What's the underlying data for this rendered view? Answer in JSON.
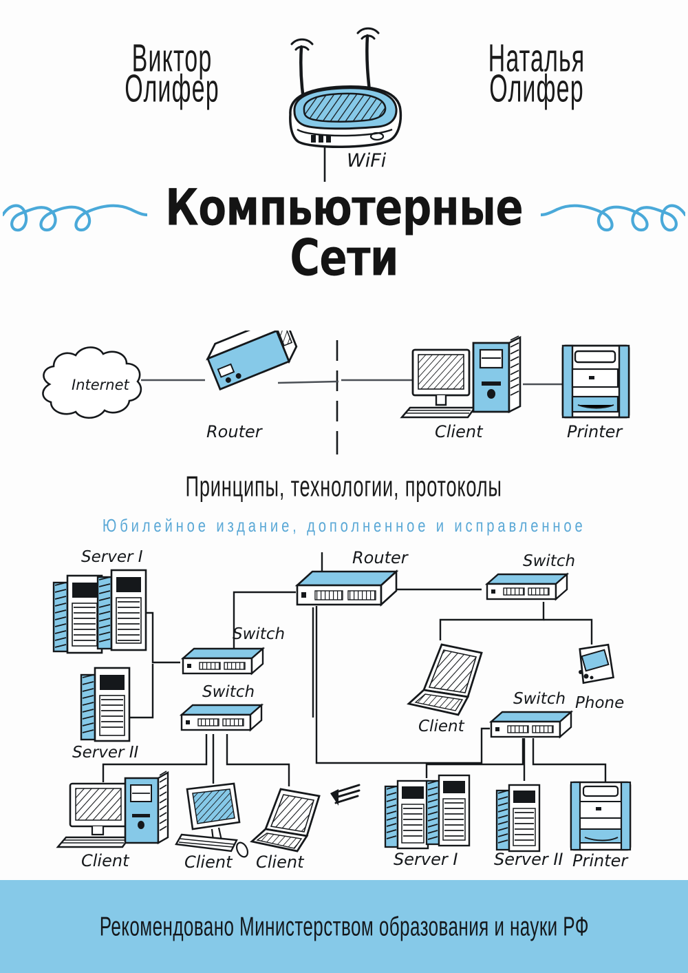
{
  "cover": {
    "background_color": "#ffffff",
    "accent_blue": "#86c9e8",
    "edition_blue": "#5aa8d6",
    "ink_black": "#141414"
  },
  "authors": {
    "left": {
      "first_name": "Виктор",
      "last_name": "Олифер"
    },
    "right": {
      "first_name": "Наталья",
      "last_name": "Олифер"
    }
  },
  "title": {
    "line1": "Компьютерные",
    "line2": "Сети"
  },
  "subtitle": {
    "main": "Принципы, технологии, протоколы",
    "edition": "Юбилейное издание, дополненное и исправленное"
  },
  "top_illustration": {
    "device_label": "WiFi"
  },
  "top_diagram": {
    "nodes": [
      {
        "id": "internet",
        "label": "Internet",
        "type": "cloud"
      },
      {
        "id": "router",
        "label": "Router",
        "type": "router"
      },
      {
        "id": "client",
        "label": "Client",
        "type": "desktop"
      },
      {
        "id": "printer",
        "label": "Printer",
        "type": "printer"
      }
    ],
    "links": [
      {
        "from": "internet",
        "to": "router"
      },
      {
        "from": "router",
        "to": "client"
      },
      {
        "from": "client",
        "to": "printer"
      }
    ]
  },
  "bottom_diagram": {
    "nodes": [
      {
        "id": "server1-top",
        "label": "Server I",
        "type": "server-pair"
      },
      {
        "id": "server2-top",
        "label": "Server II",
        "type": "server"
      },
      {
        "id": "switch-a",
        "label": "Switch",
        "type": "switch"
      },
      {
        "id": "switch-b",
        "label": "Switch",
        "type": "switch"
      },
      {
        "id": "router-main",
        "label": "Router",
        "type": "switch"
      },
      {
        "id": "switch-c",
        "label": "Switch",
        "type": "switch"
      },
      {
        "id": "switch-d",
        "label": "Switch",
        "type": "switch"
      },
      {
        "id": "client-laptop-mid",
        "label": "Client",
        "type": "laptop"
      },
      {
        "id": "phone",
        "label": "Phone",
        "type": "phone"
      },
      {
        "id": "client-desktop-1",
        "label": "Client",
        "type": "desktop-tower"
      },
      {
        "id": "client-desktop-2",
        "label": "Client",
        "type": "desktop"
      },
      {
        "id": "client-laptop-3",
        "label": "Client",
        "type": "laptop"
      },
      {
        "id": "server1-bottom",
        "label": "Server I",
        "type": "server-pair"
      },
      {
        "id": "server2-bottom",
        "label": "Server II",
        "type": "server"
      },
      {
        "id": "printer-bottom",
        "label": "Printer",
        "type": "printer"
      }
    ],
    "links": [
      {
        "from": "server1-top",
        "to": "switch-a"
      },
      {
        "from": "server2-top",
        "to": "switch-a"
      },
      {
        "from": "switch-a",
        "to": "router-main"
      },
      {
        "from": "router-main",
        "to": "switch-c"
      },
      {
        "from": "router-main",
        "to": "switch-b"
      },
      {
        "from": "switch-c",
        "to": "client-laptop-mid"
      },
      {
        "from": "switch-c",
        "to": "phone"
      },
      {
        "from": "router-main",
        "to": "switch-d"
      },
      {
        "from": "switch-b",
        "to": "client-desktop-1"
      },
      {
        "from": "switch-b",
        "to": "client-desktop-2"
      },
      {
        "from": "switch-b",
        "to": "client-laptop-3"
      },
      {
        "from": "switch-d",
        "to": "server1-bottom"
      },
      {
        "from": "switch-d",
        "to": "server2-bottom"
      },
      {
        "from": "switch-d",
        "to": "printer-bottom"
      }
    ]
  },
  "banner": {
    "text": "Рекомендовано Министерством образования и науки РФ"
  }
}
